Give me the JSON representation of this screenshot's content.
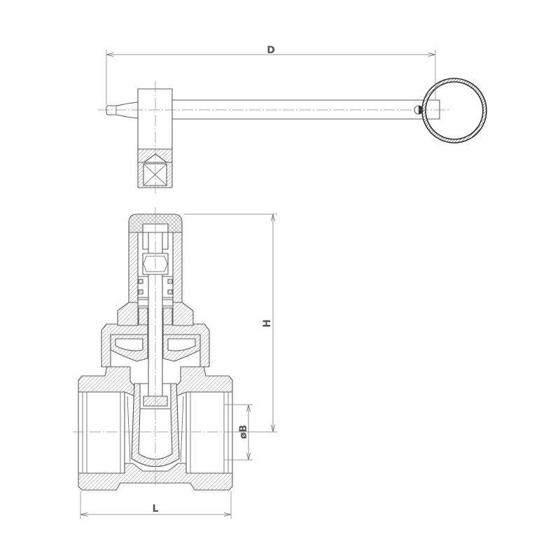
{
  "dimensions": {
    "d": "D",
    "h": "H",
    "b": "øB",
    "l": "L"
  },
  "colors": {
    "line": "#5b5b5b",
    "ring": "#2f2f2f",
    "label": "#555555",
    "background": "#ffffff",
    "centerline": "#8a8a8a",
    "dimension": "#7a7a7a"
  }
}
